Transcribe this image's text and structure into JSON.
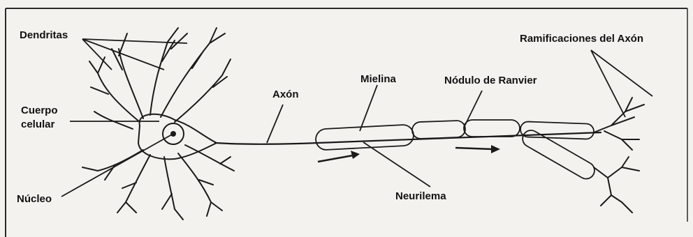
{
  "labels": {
    "dendritas": "Dendritas",
    "cuerpo_line1": "Cuerpo",
    "cuerpo_line2": "celular",
    "nucleo": "Núcleo",
    "axon": "Axón",
    "mielina": "Mielina",
    "nodulo": "Nódulo de Ranvier",
    "neurilema": "Neurilema",
    "ramificaciones": "Ramificaciones del Axón"
  }
}
